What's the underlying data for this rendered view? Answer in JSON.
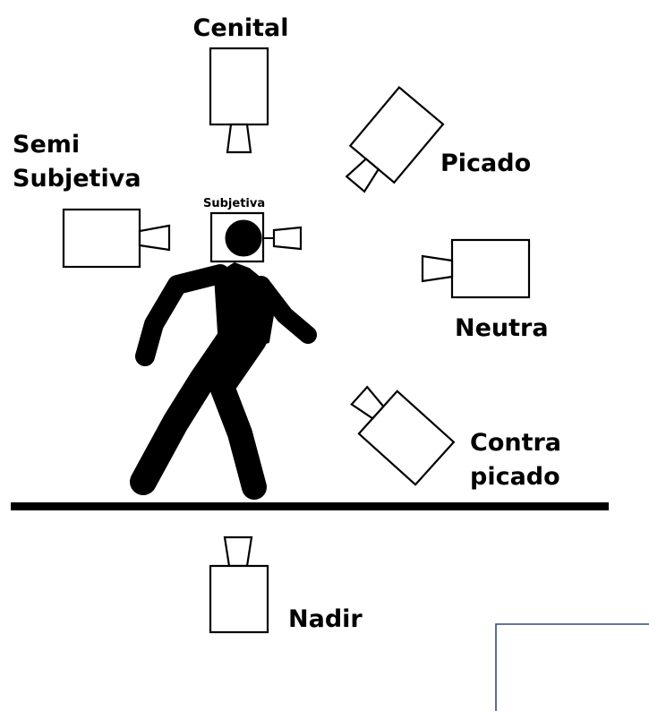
{
  "labels": {
    "cenital": "Cenital",
    "semi_subjetiva_line1": "Semi",
    "semi_subjetiva_line2": "Subjetiva",
    "subjetiva": "Subjetiva",
    "picado": "Picado",
    "neutra": "Neutra",
    "contra_picado_line1": "Contra",
    "contra_picado_line2": "picado",
    "nadir": "Nadir"
  },
  "colors": {
    "ink": "#000000",
    "background": "#ffffff",
    "corner_frame": "#2f4a7a"
  },
  "icons": {
    "figure": "walking-person-icon",
    "camera": "camera-icon"
  }
}
